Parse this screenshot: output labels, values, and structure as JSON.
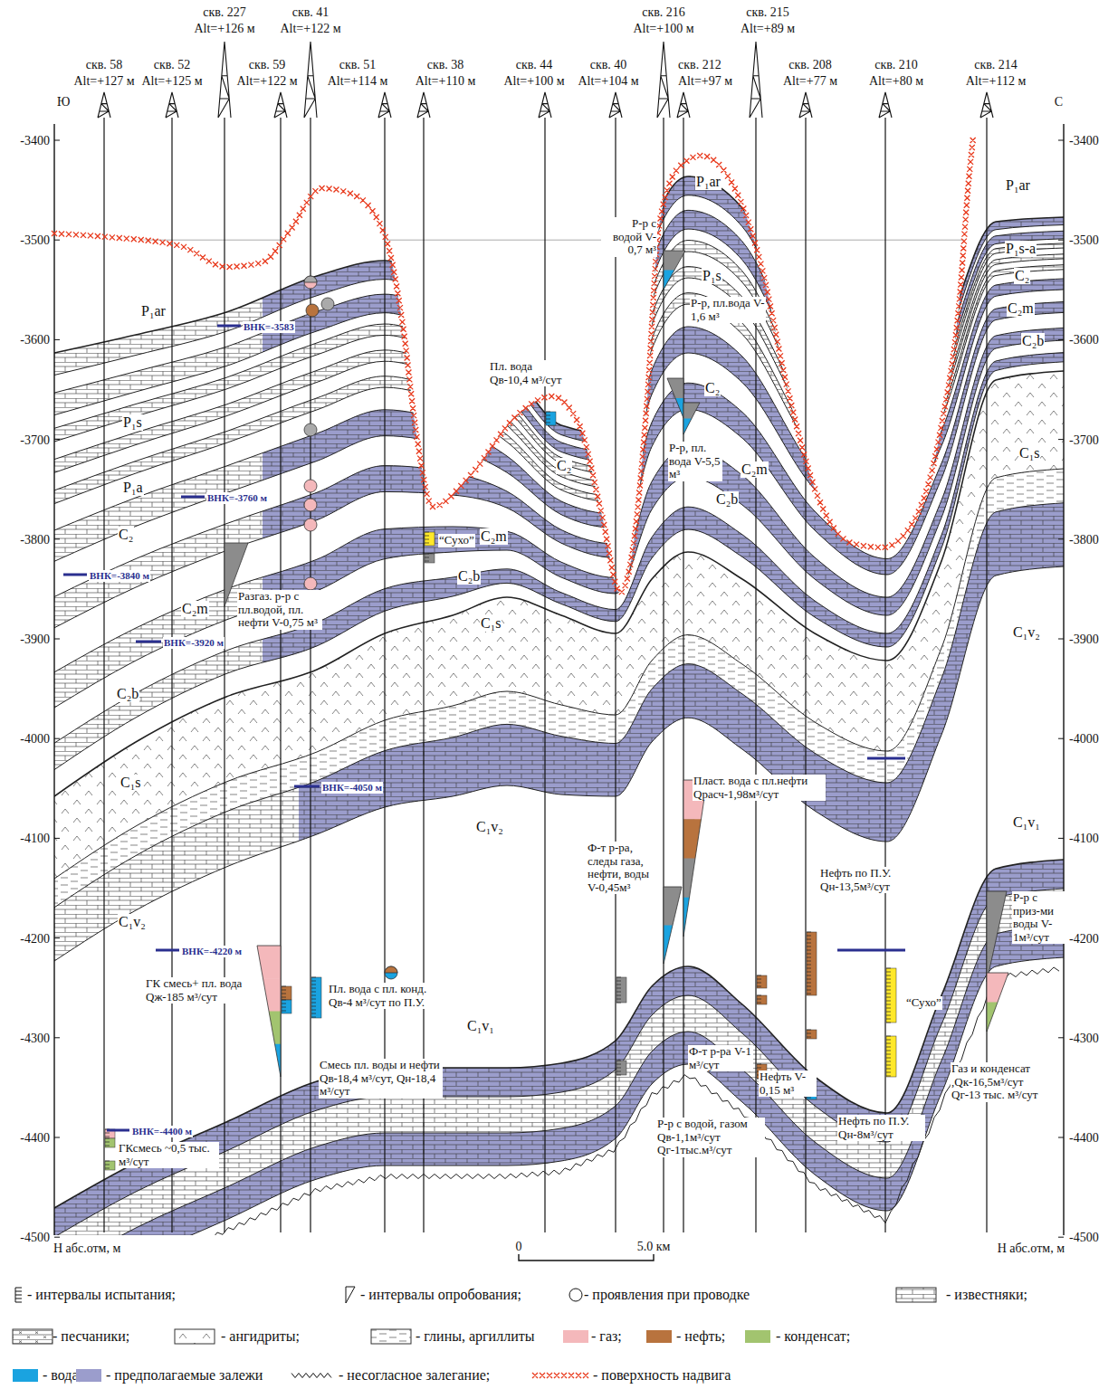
{
  "diagram": {
    "labels": [
      "скв. 58",
      "Alt=+127 м",
      "скв. 52",
      "Alt=+125 м",
      "скв. 227",
      "Alt=+126 м",
      "скв. 59",
      "Alt=+122 м",
      "скв. 41",
      "Alt=+122 м",
      "скв. 51",
      "Alt=+114 м",
      "скв. 38",
      "Alt=+110 м",
      "скв. 44",
      "Alt=+100 м",
      "скв. 40",
      "Alt=+104 м",
      "скв. 216",
      "Alt=+100 м",
      "скв. 212",
      "Alt=+97 м",
      "скв. 215",
      "Alt=+89 м",
      "скв. 208",
      "Alt=+77 м",
      "скв. 210",
      "Alt=+80 м",
      "скв. 214",
      "Alt=+112 м",
      "Ю",
      "С",
      "-3400",
      "-3500",
      "-3600",
      "-3700",
      "-3800",
      "-3900",
      "-4000",
      "-4100",
      "-4200",
      "-4300",
      "-4400",
      "-4500",
      "-3400",
      "-3500",
      "-3600",
      "-3700",
      "-3800",
      "-3900",
      "-4000",
      "-4100",
      "-4200",
      "-4300",
      "-4400",
      "-4500",
      "Н абс.отм, м",
      "Н абс.отм, м",
      "0",
      "5.0 км",
      "P₁ar",
      "P₁s",
      "P₁a",
      "C₂",
      "C₂m",
      "C₂b",
      "C₁s",
      "C₁v₂",
      "C₁v₂",
      "C₁v₁",
      "C₁s",
      "C₂b",
      "“Сухо”",
      "C₂m",
      "C₂",
      "P₁ar",
      "P₁s",
      "C₂",
      "C₂m",
      "C₂b",
      "P₁ar",
      "P₁s-a",
      "C₂",
      "C₂m",
      "C₂b",
      "C₁s",
      "C₁v₂",
      "C₁v₁",
      "ВНК=-3583",
      "ВНК=-3760 м",
      "ВНК=-3840 м",
      "ВНК=-3920 м",
      "ВНК=-4050 м",
      "ВНК=-4220 м",
      "ВНК=-4400 м",
      "Разгаз. р-р с пл.водой, пл. нефти V-0,75 м³",
      "Пл. вода Qв-10,4 м³/сут",
      "Р-р с водой V-0,7 м³",
      "Р-р, пл.вода V-1,6 м³",
      "Р-р, пл. вода V-5,5 м³",
      "Пласт. вода с пл.нефти Qрасч-1,98м³/сут",
      "Ф-т р-ра, следы газа, нефти, воды V-0,45м³",
      "Нефть по П.У. Qн-13,5м³/сут",
      "Р-р с приз-ми воды V-1м³/сут",
      "ГК смесь+ пл. вода Qж-185 м³/сут",
      "Пл. вода с пл. конд. Qв-4 м³/сут по П.У.",
      "Ф-т р-ра V-1 м³/сут",
      "“Сухо”",
      "Смесь пл. воды и нефти Qв-18,4 м³/сут, Qн-18,4 м³/сут",
      "Нефть V-0,15 м³",
      "Газ и конденсат ,Qк-16,5м³/сут Qг-13 тыс. м³/сут",
      "Р-р с водой, газом Qв-1,1м³/сут Qг-1тыс.м³/сут",
      "Нефть по П.У. Qн-8м³/сут",
      "ГКсмесь ~0,5 тыс. м³/сут"
    ],
    "legend": [
      {
        "text": "- интервалы испытания;"
      },
      {
        "text": "- интервалы опробования;"
      },
      {
        "text": "- проявления при проводке"
      },
      {
        "text": "- известняки;"
      },
      {
        "text": "- песчаники;"
      },
      {
        "text": "- ангидриты;"
      },
      {
        "text": "- глины, аргиллиты"
      },
      {
        "text": "- газ;",
        "color": "#f4b8bb"
      },
      {
        "text": "- нефть;",
        "color": "#b8733e"
      },
      {
        "text": "- конденсат;",
        "color": "#a2c46f"
      },
      {
        "text": "- вода;",
        "color": "#1aa3e0"
      },
      {
        "text": "- предполагаемые залежи",
        "color": "#9b9dcc"
      },
      {
        "text": "- несогласное залегание;"
      },
      {
        "text": "- поверхность надвига"
      }
    ]
  }
}
